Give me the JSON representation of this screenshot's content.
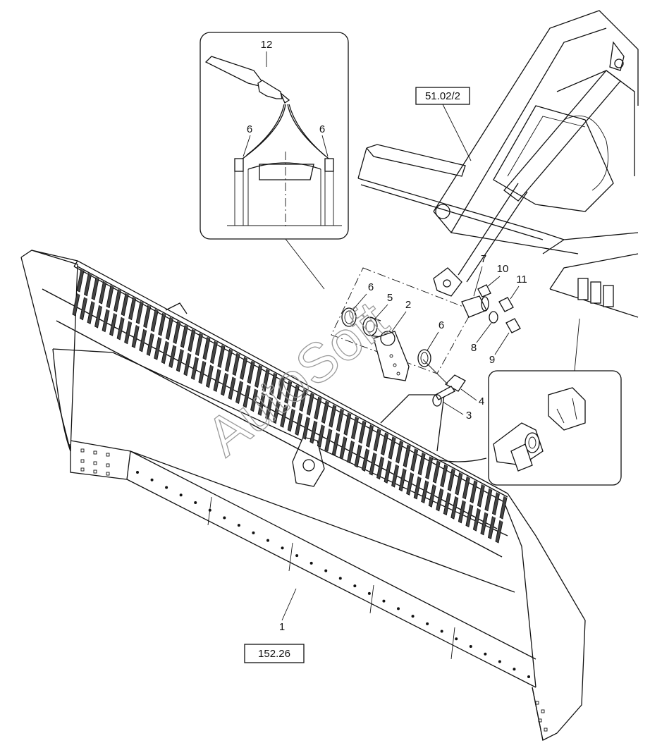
{
  "diagram": {
    "reference_boxes": {
      "frame_ref": "51.02/2",
      "blade_ref": "152.26"
    },
    "part_numbers": {
      "p1": "1",
      "p2": "2",
      "p3": "3",
      "p4": "4",
      "p5": "5",
      "p6a": "6",
      "p6b": "6",
      "p6c": "6",
      "p6d": "6",
      "p7": "7",
      "p8": "8",
      "p9": "9",
      "p10": "10",
      "p11": "11",
      "p12": "12"
    },
    "watermark": "AutoSoft"
  }
}
